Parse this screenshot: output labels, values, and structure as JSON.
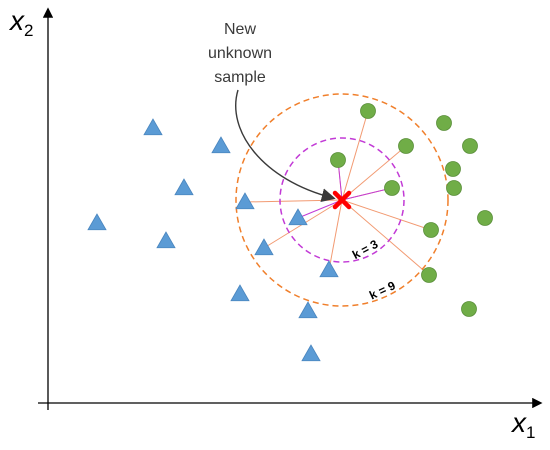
{
  "axes": {
    "x_label": "x",
    "x_sub": "1",
    "y_label": "x",
    "y_sub": "2"
  },
  "annotation": {
    "lines": [
      "New",
      "unknown",
      "sample"
    ]
  },
  "circles": {
    "inner_label": "k = 3",
    "outer_label": "k = 9"
  },
  "colors": {
    "triangle": "#5b9bd5",
    "circle": "#70ad47",
    "cross": "#ff0000",
    "inner_circle": "#c23ad6",
    "outer_circle": "#f07f2b",
    "neighbor_line_inner": "#c23ad6",
    "neighbor_line_outer": "#f29a72"
  },
  "icons": {
    "class_a": "triangle-icon",
    "class_b": "circle-icon",
    "query": "cross-icon"
  }
}
